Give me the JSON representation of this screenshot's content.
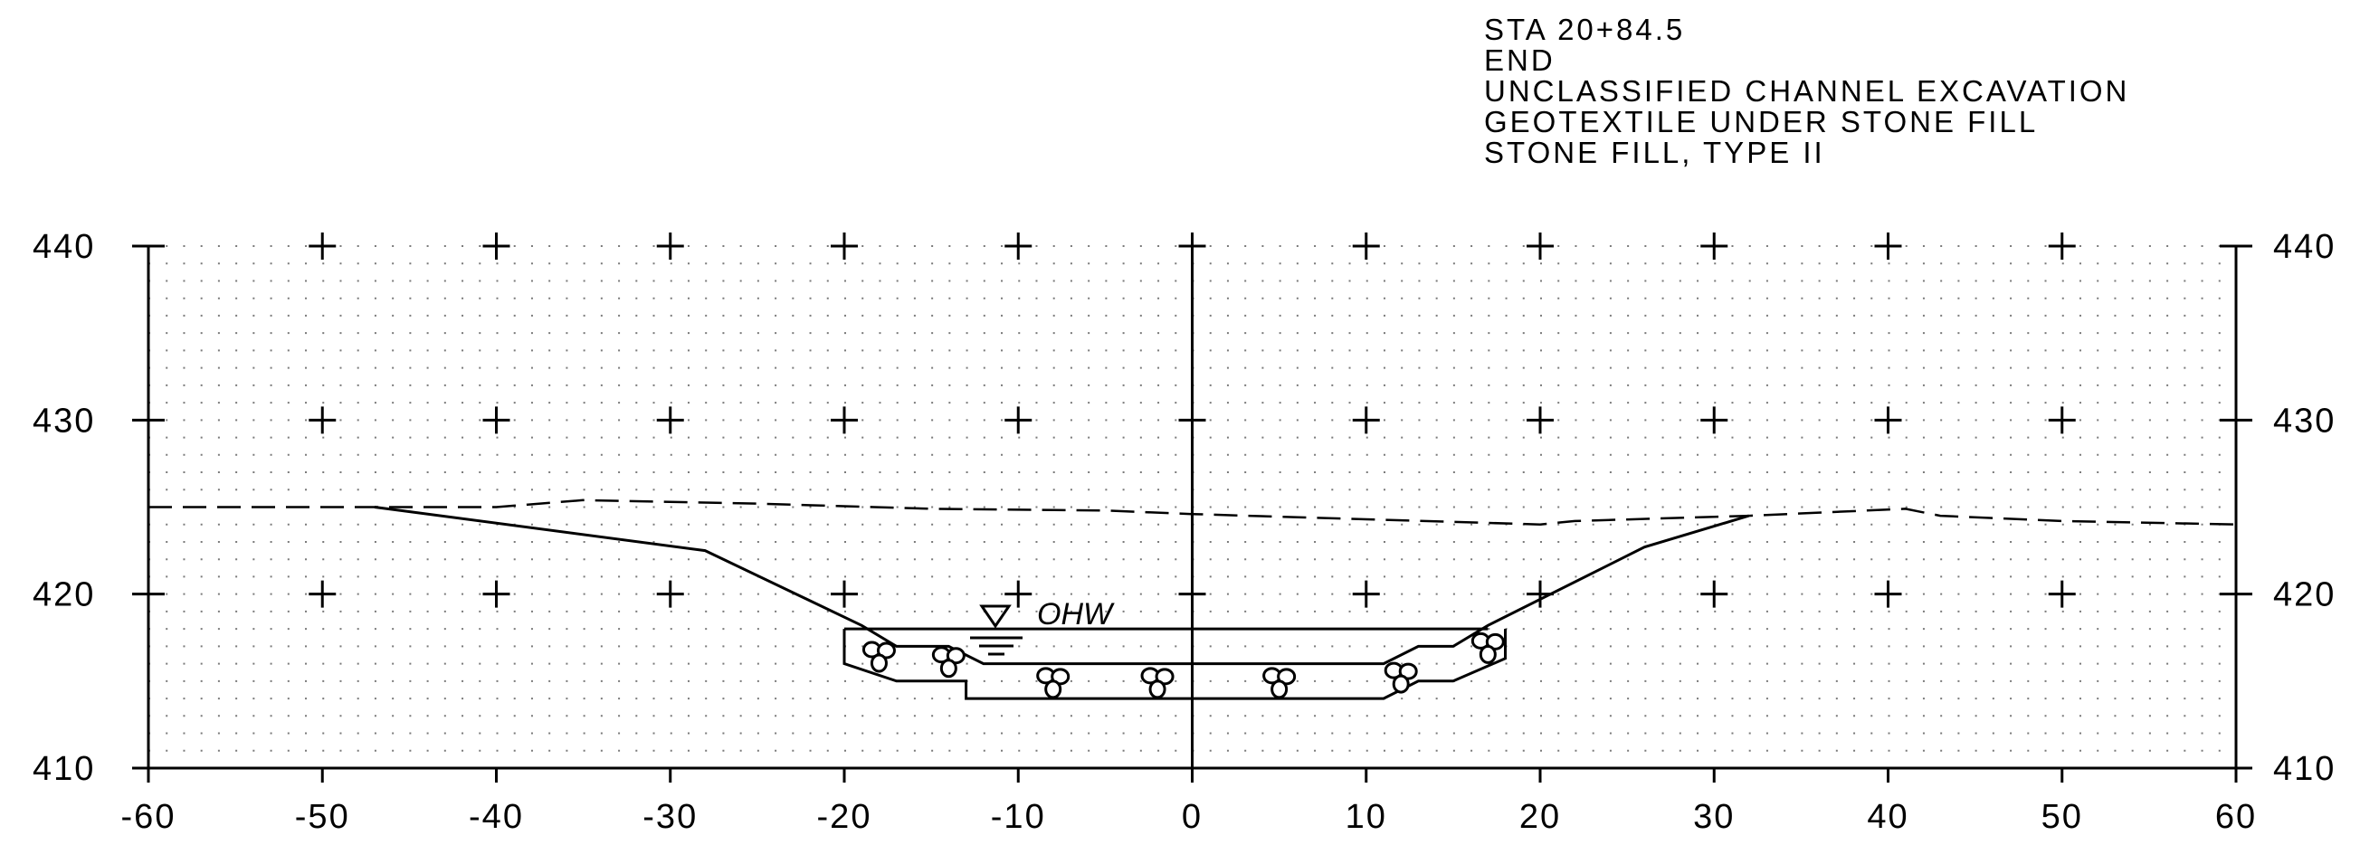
{
  "title_block": {
    "lines": [
      "STA 20+84.5",
      "END",
      "UNCLASSIFIED CHANNEL EXCAVATION",
      "GEOTEXTILE UNDER STONE FILL",
      "STONE FILL, TYPE II"
    ]
  },
  "axes": {
    "x_ticks": [
      "-60",
      "-50",
      "-40",
      "-30",
      "-20",
      "-10",
      "0",
      "10",
      "20",
      "30",
      "40",
      "50",
      "60"
    ],
    "y_ticks": [
      "440",
      "430",
      "420",
      "410"
    ],
    "x_range": [
      -60,
      60
    ],
    "y_range": [
      410,
      440
    ],
    "grid": "dotted"
  },
  "labels": {
    "ohw": "OHW"
  },
  "profiles": {
    "existing_ground": [
      [
        -60,
        425
      ],
      [
        -48,
        425
      ],
      [
        -40,
        425
      ],
      [
        -35,
        425.4
      ],
      [
        -25,
        425.2
      ],
      [
        -15,
        424.9
      ],
      [
        -5,
        424.8
      ],
      [
        0,
        424.6
      ],
      [
        10,
        424.3
      ],
      [
        20,
        424.0
      ],
      [
        22,
        424.2
      ],
      [
        32,
        424.5
      ],
      [
        41,
        424.9
      ],
      [
        43,
        424.5
      ],
      [
        50,
        424.2
      ],
      [
        60,
        424.0
      ]
    ],
    "proposed_section": [
      [
        -47,
        425
      ],
      [
        -28,
        422.5
      ],
      [
        -19,
        418.2
      ],
      [
        -17,
        417
      ],
      [
        -14,
        417
      ],
      [
        -12,
        416
      ],
      [
        11,
        416
      ],
      [
        13,
        417
      ],
      [
        15,
        417
      ],
      [
        17,
        418.2
      ],
      [
        26,
        422.7
      ],
      [
        32,
        424.5
      ]
    ],
    "stone_outer": [
      [
        -20,
        418
      ],
      [
        -20,
        416
      ],
      [
        -17,
        415
      ],
      [
        -13,
        415
      ],
      [
        -13,
        414
      ],
      [
        11,
        414
      ],
      [
        13,
        415
      ],
      [
        15,
        415
      ],
      [
        18,
        416.3
      ],
      [
        18,
        418
      ]
    ],
    "water_line": [
      [
        -20,
        418
      ],
      [
        17,
        418
      ]
    ]
  },
  "stones": [
    [
      -18,
      416.5
    ],
    [
      -14,
      416.2
    ],
    [
      -8,
      415
    ],
    [
      -2,
      415
    ],
    [
      5,
      415
    ],
    [
      12,
      415.3
    ],
    [
      17,
      417
    ]
  ],
  "colors": {
    "ink": "#000000",
    "grid": "#7a7a7a"
  }
}
